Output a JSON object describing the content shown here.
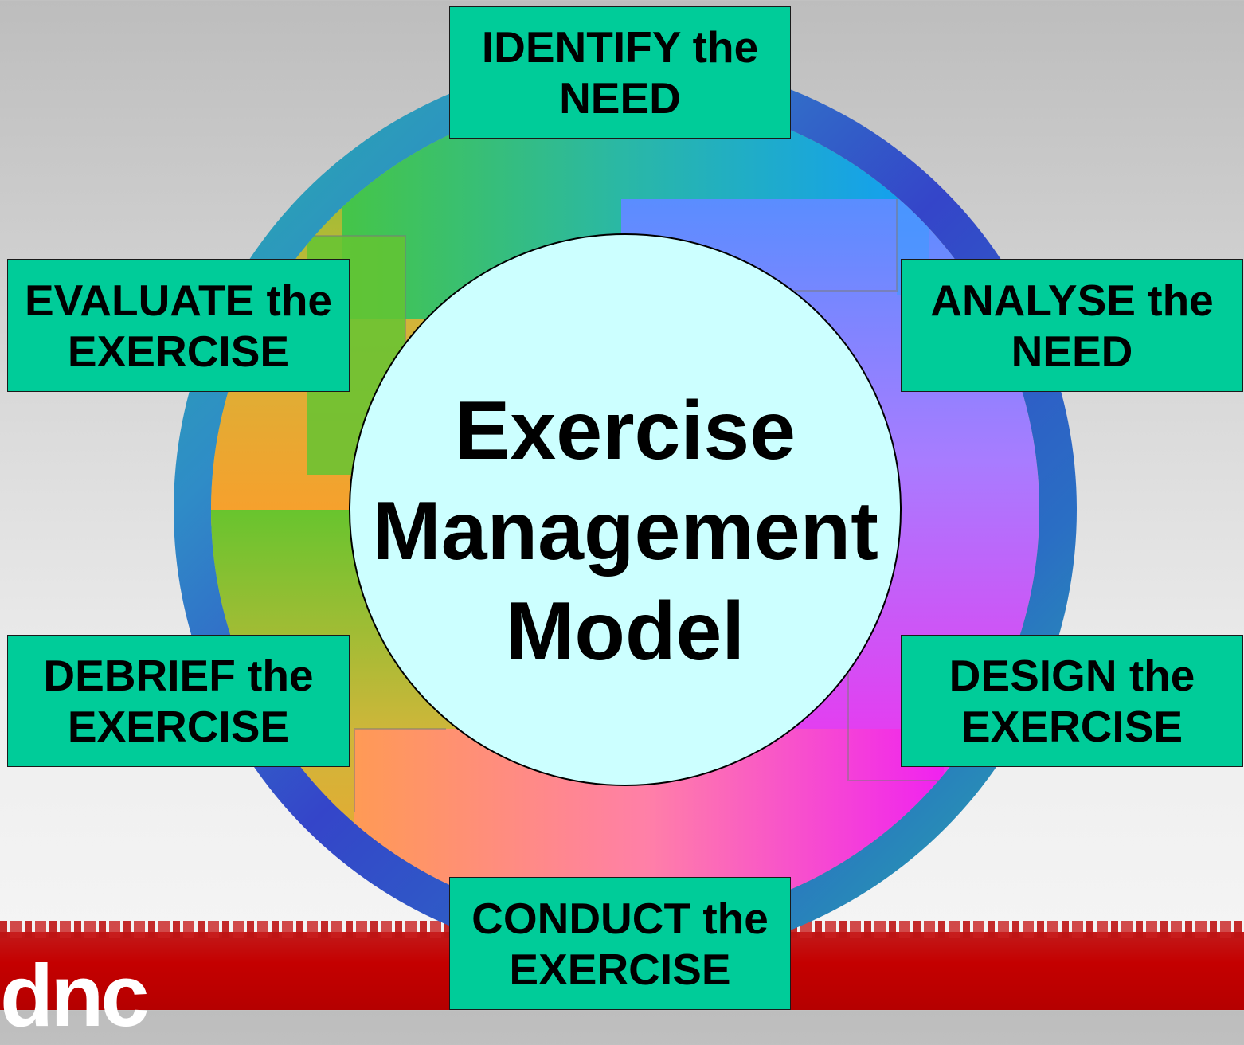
{
  "center": {
    "lines": [
      "Exercise",
      "Management",
      "Model"
    ]
  },
  "steps": [
    {
      "id": "identify",
      "line1": "IDENTIFY the",
      "line2": "NEED"
    },
    {
      "id": "analyse",
      "line1": "ANALYSE the",
      "line2": "NEED"
    },
    {
      "id": "design",
      "line1": "DESIGN the",
      "line2": "EXERCISE"
    },
    {
      "id": "conduct",
      "line1": "CONDUCT the",
      "line2": "EXERCISE"
    },
    {
      "id": "debrief",
      "line1": "DEBRIEF the",
      "line2": "EXERCISE"
    },
    {
      "id": "evaluate",
      "line1": "EVALUATE the",
      "line2": "EXERCISE"
    }
  ],
  "logo": {
    "text": "dnc"
  },
  "colors": {
    "box_fill": "#00cc99",
    "center_fill": "#ccffff",
    "ring_outer": "#2e9ab8",
    "band": "#c40000"
  }
}
